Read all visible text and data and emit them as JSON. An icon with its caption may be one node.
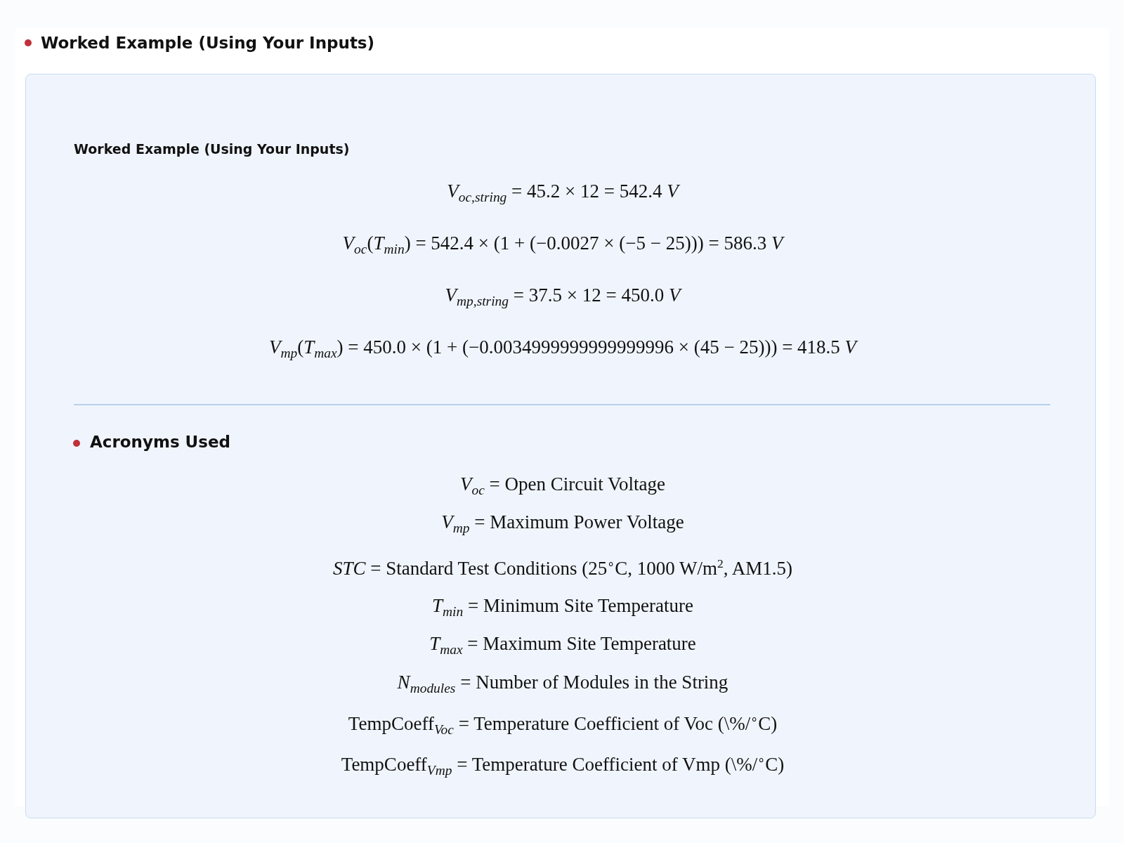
{
  "diagram": {
    "title": "Worked Example (Using Your Inputs)",
    "nodes": [
      {
        "text": [
          "Worked Example (Using Your Inputs)",
          "*V*$_{oc,string}$ = 45.2 × 12 = 542.4 *V*",
          "*V*$_{oc}$(*T*$_{min}$) = 542.4 × (1 + (−0.0027 × (−5 − 25))) = 586.3 *V*",
          "*V*$_{mp,string}$ = 37.5 × 12 = 450.0 *V*",
          "*V*$_{mp}$(*T*$_{max}$) = 450.0 × (1 + (−0.0034999999999999996 × (45 − 25))) = 418.5 *V*",
          "Acronyms Used",
          "*V*$_{oc}$ = Open Circuit Voltage",
          "*V*$_{mp}$ = Maximum Power Voltage",
          "*STC* = Standard Test Conditions (25$^{∘}$C, 1000 W/m$^{2}$, AM1.5)",
          "*T*$_{min}$ = Minimum Site Temperature",
          "*T*$_{max}$ = Maximum Site Temperature",
          "*N*$_{modules}$ = Number of Modules in the String",
          "TempCoeff$_{Voc}$ = Temperature Coefficient of Voc (\\%/$^{∘}$C)",
          "TempCoeff$_{Vmp}$ = Temperature Coefficient of Vmp (\\%/$^{∘}$C)"
        ]
      }
    ]
  }
}
